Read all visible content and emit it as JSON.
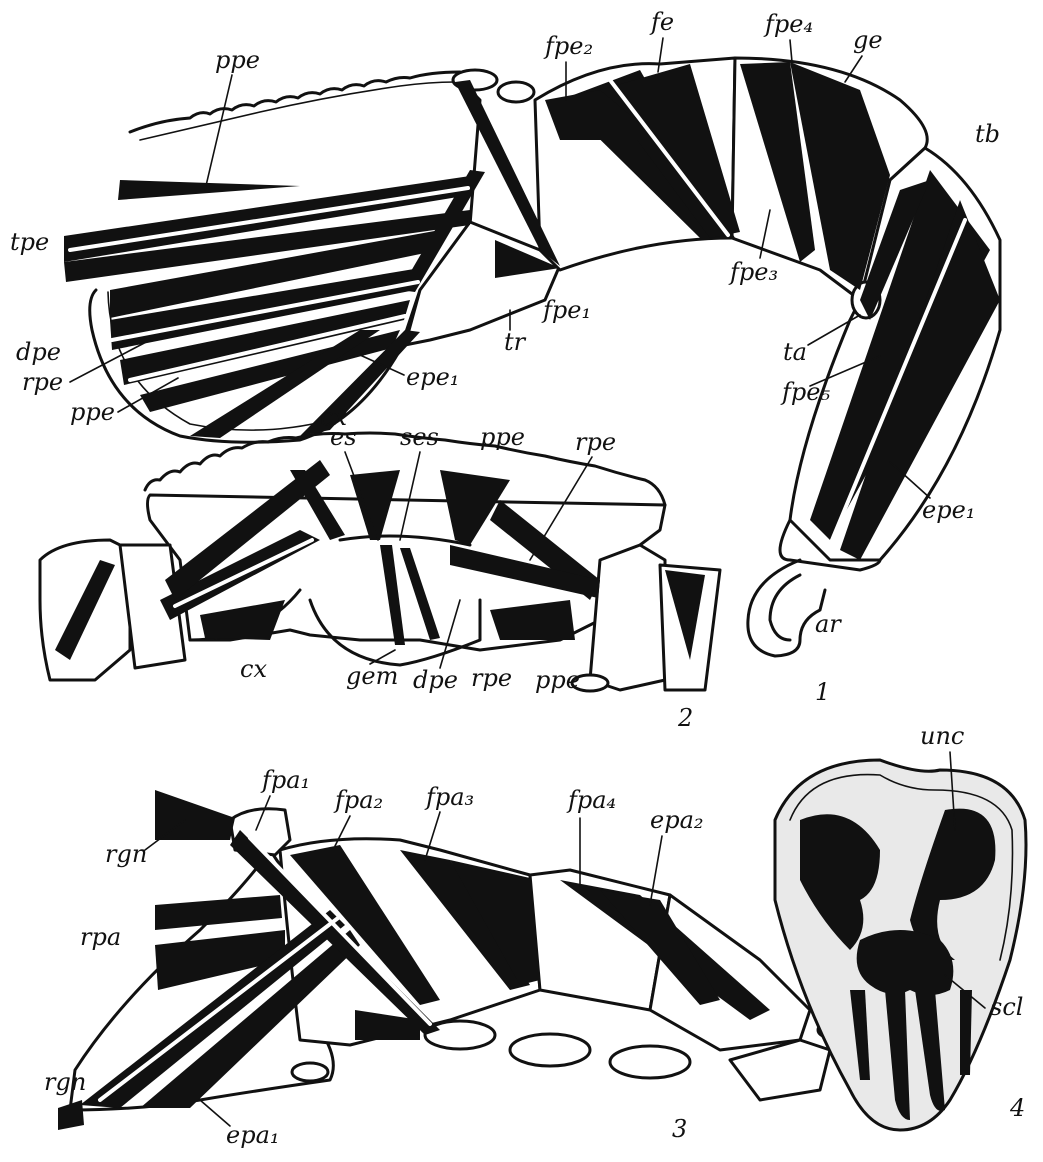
{
  "figure": {
    "labels": {
      "ppe_top": "ppe",
      "tpe": "tpe",
      "dpe_1": "dpe",
      "rpe_1": "rpe",
      "ppe_1": "ppe",
      "cx_1": "cx",
      "epe1_a": "epe₁",
      "tr": "tr",
      "fpe1": "fpe₁",
      "fpe2": "fpe₂",
      "fe": "fe",
      "fpe3": "fpe₃",
      "fpe4": "fpe₄",
      "ge": "ge",
      "tb": "tb",
      "ta": "ta",
      "fpe5": "fpe₅",
      "epe1_b": "epe₁",
      "ar": "ar",
      "es": "es",
      "ses": "ses",
      "ppe_2a": "ppe",
      "rpe_2a": "rpe",
      "cx_2": "cx",
      "gem": "gem",
      "dpe_2": "dpe",
      "rpe_2b": "rpe",
      "ppe_2b": "ppe",
      "fpa1": "fpa₁",
      "fpa2": "fpa₂",
      "fpa3": "fpa₃",
      "fpa4": "fpa₄",
      "epa2": "epa₂",
      "rgn_top": "rgn",
      "rpa": "rpa",
      "rgn_bottom": "rgn",
      "epa1": "epa₁",
      "unc": "unc",
      "scl": "scl"
    },
    "panel_numbers": {
      "p1": "1",
      "p2": "2",
      "p3": "3",
      "p4": "4"
    }
  }
}
